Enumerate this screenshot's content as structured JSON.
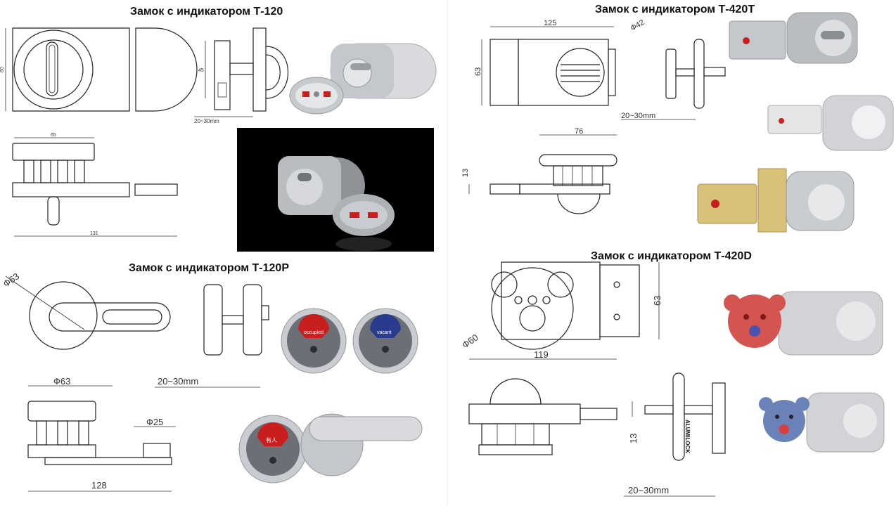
{
  "sections": [
    {
      "title": "Замок с индикатором Т-120",
      "dims": {
        "height": "60",
        "depth": "45",
        "gap": "20~30mm",
        "width": "65",
        "length": "131"
      }
    },
    {
      "title": "Замок с индикатором Т-420Т",
      "dims": {
        "width": "125",
        "diameter": "Ф42",
        "height": "63",
        "gap": "20~30mm",
        "top_width": "76",
        "thickness": "13"
      }
    },
    {
      "title": "Замок с индикатором Т-120Р",
      "dims": {
        "diameter": "Ф63",
        "gap": "20~30mm",
        "top_diameter": "Ф63",
        "small_diameter": "Ф25",
        "length": "128"
      },
      "indicator_labels": {
        "occupied": "occupied",
        "vacant": "vacant",
        "cn_occupied": "有人"
      }
    },
    {
      "title": "Замок с индикатором Т-420D",
      "dims": {
        "diameter": "Ф60",
        "height": "63",
        "width": "119",
        "thickness": "13",
        "gap": "20~30mm"
      },
      "brand": "ALUMILOCK"
    }
  ],
  "colors": {
    "indicator_red": "#c81e1e",
    "indicator_blue": "#2a3a8c",
    "brass": "#d8c27a",
    "bear_red": "#d45450",
    "bear_blue": "#6a82b8",
    "metal": "#c9ccd0"
  }
}
